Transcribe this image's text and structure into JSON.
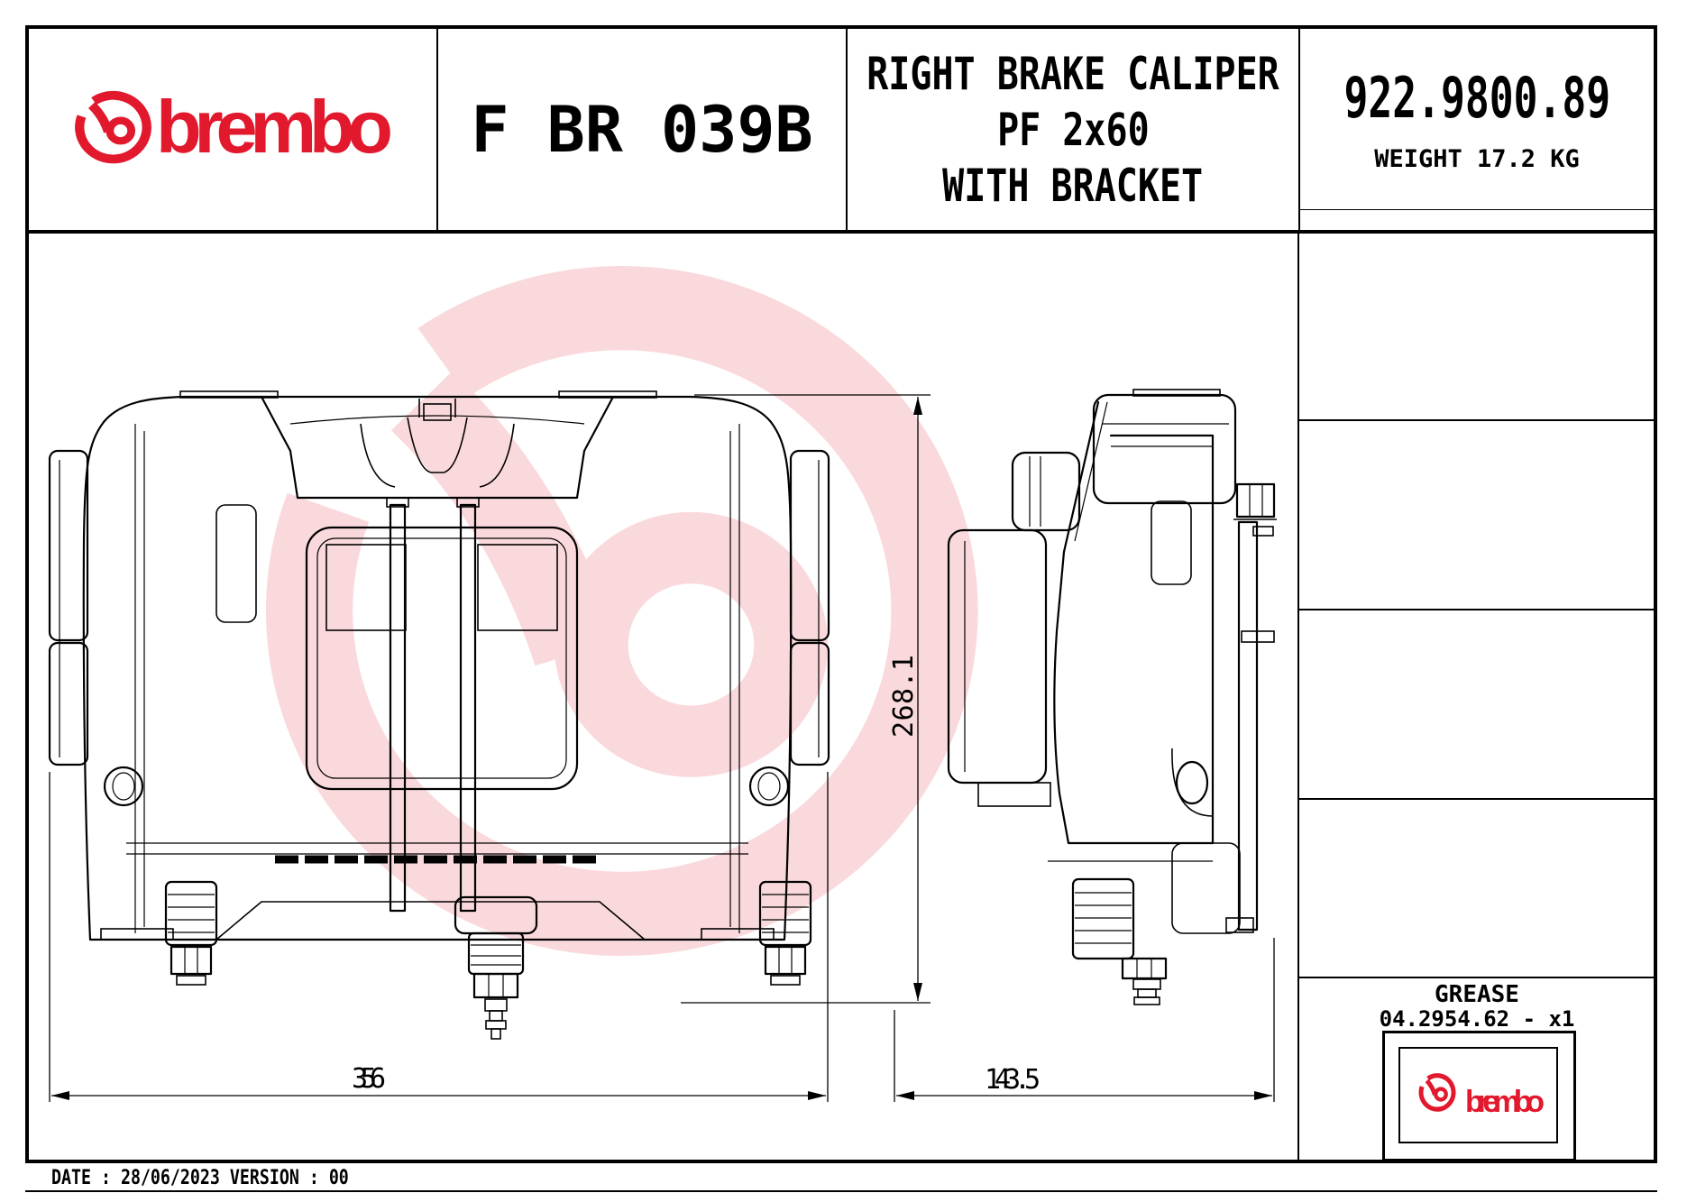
{
  "brand": {
    "logo_text": "brembo",
    "red": "#e2182d"
  },
  "header": {
    "part_code": "F BR 039B",
    "title_lines": [
      "RIGHT BRAKE CALIPER",
      "PF 2x60",
      "WITH BRACKET"
    ],
    "part_number": "922.9800.89",
    "weight": "WEIGHT 17.2 KG"
  },
  "drawing": {
    "dimensions": {
      "height": "268.1",
      "front_width": "356",
      "side_width": "143.5"
    },
    "views": [
      "front-view-right-brake-caliper",
      "side-view-right-brake-caliper"
    ]
  },
  "grease_panel": {
    "label": "GREASE",
    "part_ref": "04.2954.62 - x1",
    "logo_text": "brembo"
  },
  "footer": {
    "date_line": "DATE : 28/06/2023 VERSION : 00"
  }
}
